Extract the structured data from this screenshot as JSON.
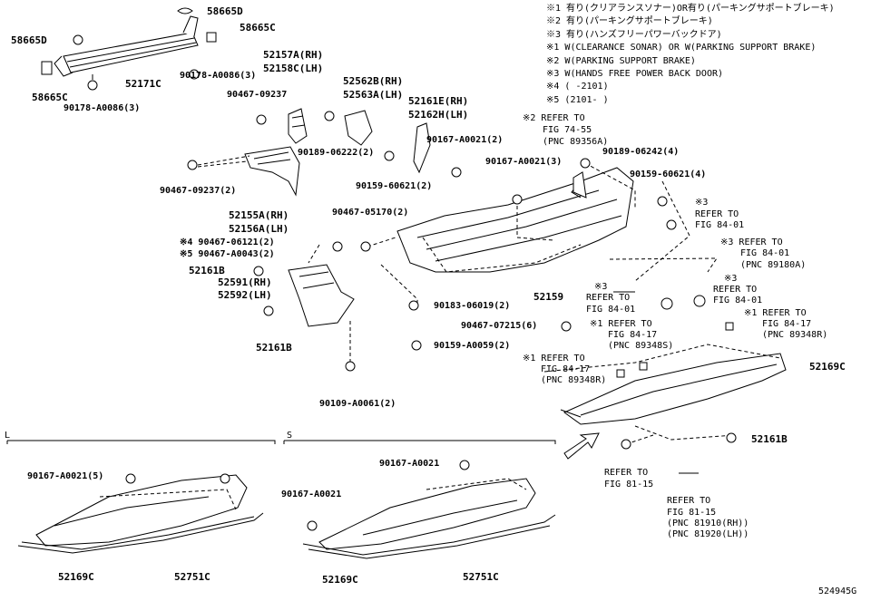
{
  "legend": [
    "※1 有り(クリアランスソナー)OR有り(パーキングサポートブレーキ)",
    "※2 有り(パーキングサポートブレーキ)",
    "※3 有り(ハンズフリーパワーバックドア)",
    "※1 W(CLEARANCE SONAR) OR W(PARKING SUPPORT BRAKE)",
    "※2 W(PARKING SUPPORT BRAKE)",
    "※3 W(HANDS FREE POWER BACK DOOR)",
    "※4 (     -2101)",
    "※5 (2101-     )"
  ],
  "labels": {
    "p58665D_top": "58665D",
    "p58665C_top": "58665C",
    "p58665D_left": "58665D",
    "p58665C_left": "58665C",
    "p52171C": "52171C",
    "p90178_a": "90178-A0086(3)",
    "p90178_b": "90178-A0086(3)",
    "p52157A": "52157A(RH)",
    "p52158C": "52158C(LH)",
    "p90467_09237": "90467-09237",
    "p90467_09237_2": "90467-09237(2)",
    "p52562B": "52562B(RH)",
    "p52563A": "52563A(LH)",
    "p52161E": "52161E(RH)",
    "p52162H": "52162H(LH)",
    "p90189_06222": "90189-06222(2)",
    "p90159_60621_2": "90159-60621(2)",
    "p52155A": "52155A(RH)",
    "p52156A": "52156A(LH)",
    "p90167_a0021_2": "90167-A0021(2)",
    "p90167_a0021_3": "90167-A0021(3)",
    "p90467_05170": "90467-05170(2)",
    "p90467_06121": "※4 90467-06121(2)",
    "p90467_a0043": "※5 90467-A0043(2)",
    "p52161B_a": "52161B",
    "p52591": "52591(RH)",
    "p52592": "52592(LH)",
    "p52161B_b": "52161B",
    "p90183": "90183-06019(2)",
    "p90159_a0059": "90159-A0059(2)",
    "p90109": "90109-A0061(2)",
    "p52159": "52159",
    "p90467_07215": "90467-07215(6)",
    "p90189_06242": "90189-06242(4)",
    "p90159_60621_4": "90159-60621(4)",
    "p52169C_main": "52169C",
    "p52161B_c": "52161B",
    "p90167_a0021_5": "90167-A0021(5)",
    "p52169C_L": "52169C",
    "p52751C_L": "52751C",
    "p90167_a0021_S1": "90167-A0021",
    "p90167_a0021_S2": "90167-A0021",
    "p52169C_S": "52169C",
    "p52751C_S": "52751C",
    "sec_L": "L",
    "sec_S": "S",
    "diagram_id": "524945G"
  },
  "refs": {
    "r1a": "※2 REFER TO",
    "r1b": "FIG 74-55",
    "r1c": "(PNC 89356A)",
    "r2a": "※3",
    "r2b": "REFER TO",
    "r2c": "FIG 84-01",
    "r3a": "※3 REFER TO",
    "r3b": "FIG 84-01",
    "r3c": "(PNC 89180A)",
    "r4a": "※3",
    "r4b": "REFER TO",
    "r4c": "FIG 84-01",
    "r5a": "※3",
    "r5b": "REFER TO",
    "r5c": "FIG 84-01",
    "r6a": "※1 REFER TO",
    "r6b": "FIG 84-17",
    "r6c": "(PNC 89348R)",
    "r7a": "※1 REFER TO",
    "r7b": "FIG 84-17",
    "r7c": "(PNC 89348S)",
    "r8a": "※1 REFER TO",
    "r8b": "FIG 84-17",
    "r8c": "(PNC 89348R)",
    "r9a": "REFER TO",
    "r9b": "FIG 81-15",
    "r10a": "REFER TO",
    "r10b": "FIG 81-15",
    "r10c": "(PNC 81910(RH))",
    "r10d": "(PNC 81920(LH))"
  }
}
